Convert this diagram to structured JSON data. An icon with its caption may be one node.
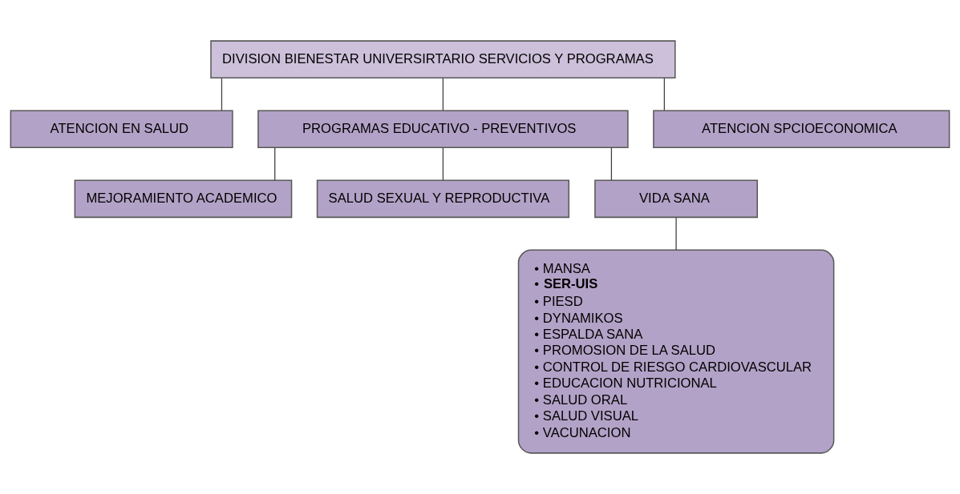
{
  "diagram": {
    "nodes": [
      {
        "text": [
          "DIVISION BIENESTAR UNIVERSIRTARIO SERVICIOS Y PROGRAMAS"
        ]
      },
      {
        "text": [
          "ATENCION EN SALUD"
        ]
      },
      {
        "text": [
          "PROGRAMAS EDUCATIVO - PREVENTIVOS"
        ]
      },
      {
        "text": [
          "ATENCION SPCIOECONOMICA"
        ]
      },
      {
        "text": [
          "MEJORAMIENTO ACADEMICO"
        ]
      },
      {
        "text": [
          "SALUD SEXUAL Y REPRODUCTIVA"
        ]
      },
      {
        "text": [
          "VIDA SANA"
        ]
      },
      {
        "text": [
          "• MANSA",
          "• **SER-UIS**",
          "• PIESD",
          "• DYNAMIKOS",
          "• ESPALDA SANA",
          "• PROMOSION DE LA SALUD",
          "• CONTROL DE RIESGO CARDIOVASCULAR",
          "• EDUCACION NUTRICIONAL",
          "• SALUD ORAL",
          "• SALUD VISUAL",
          "• VACUNACION"
        ]
      }
    ],
    "edges": [
      {
        "from": 0,
        "to": 1,
        "arrow": "none"
      },
      {
        "from": 0,
        "to": 2,
        "arrow": "none"
      },
      {
        "from": 0,
        "to": 3,
        "arrow": "none"
      },
      {
        "from": 2,
        "to": 4,
        "arrow": "none"
      },
      {
        "from": 2,
        "to": 5,
        "arrow": "none"
      },
      {
        "from": 2,
        "to": 6,
        "arrow": "none"
      },
      {
        "from": 6,
        "to": 7,
        "arrow": "none"
      }
    ]
  }
}
